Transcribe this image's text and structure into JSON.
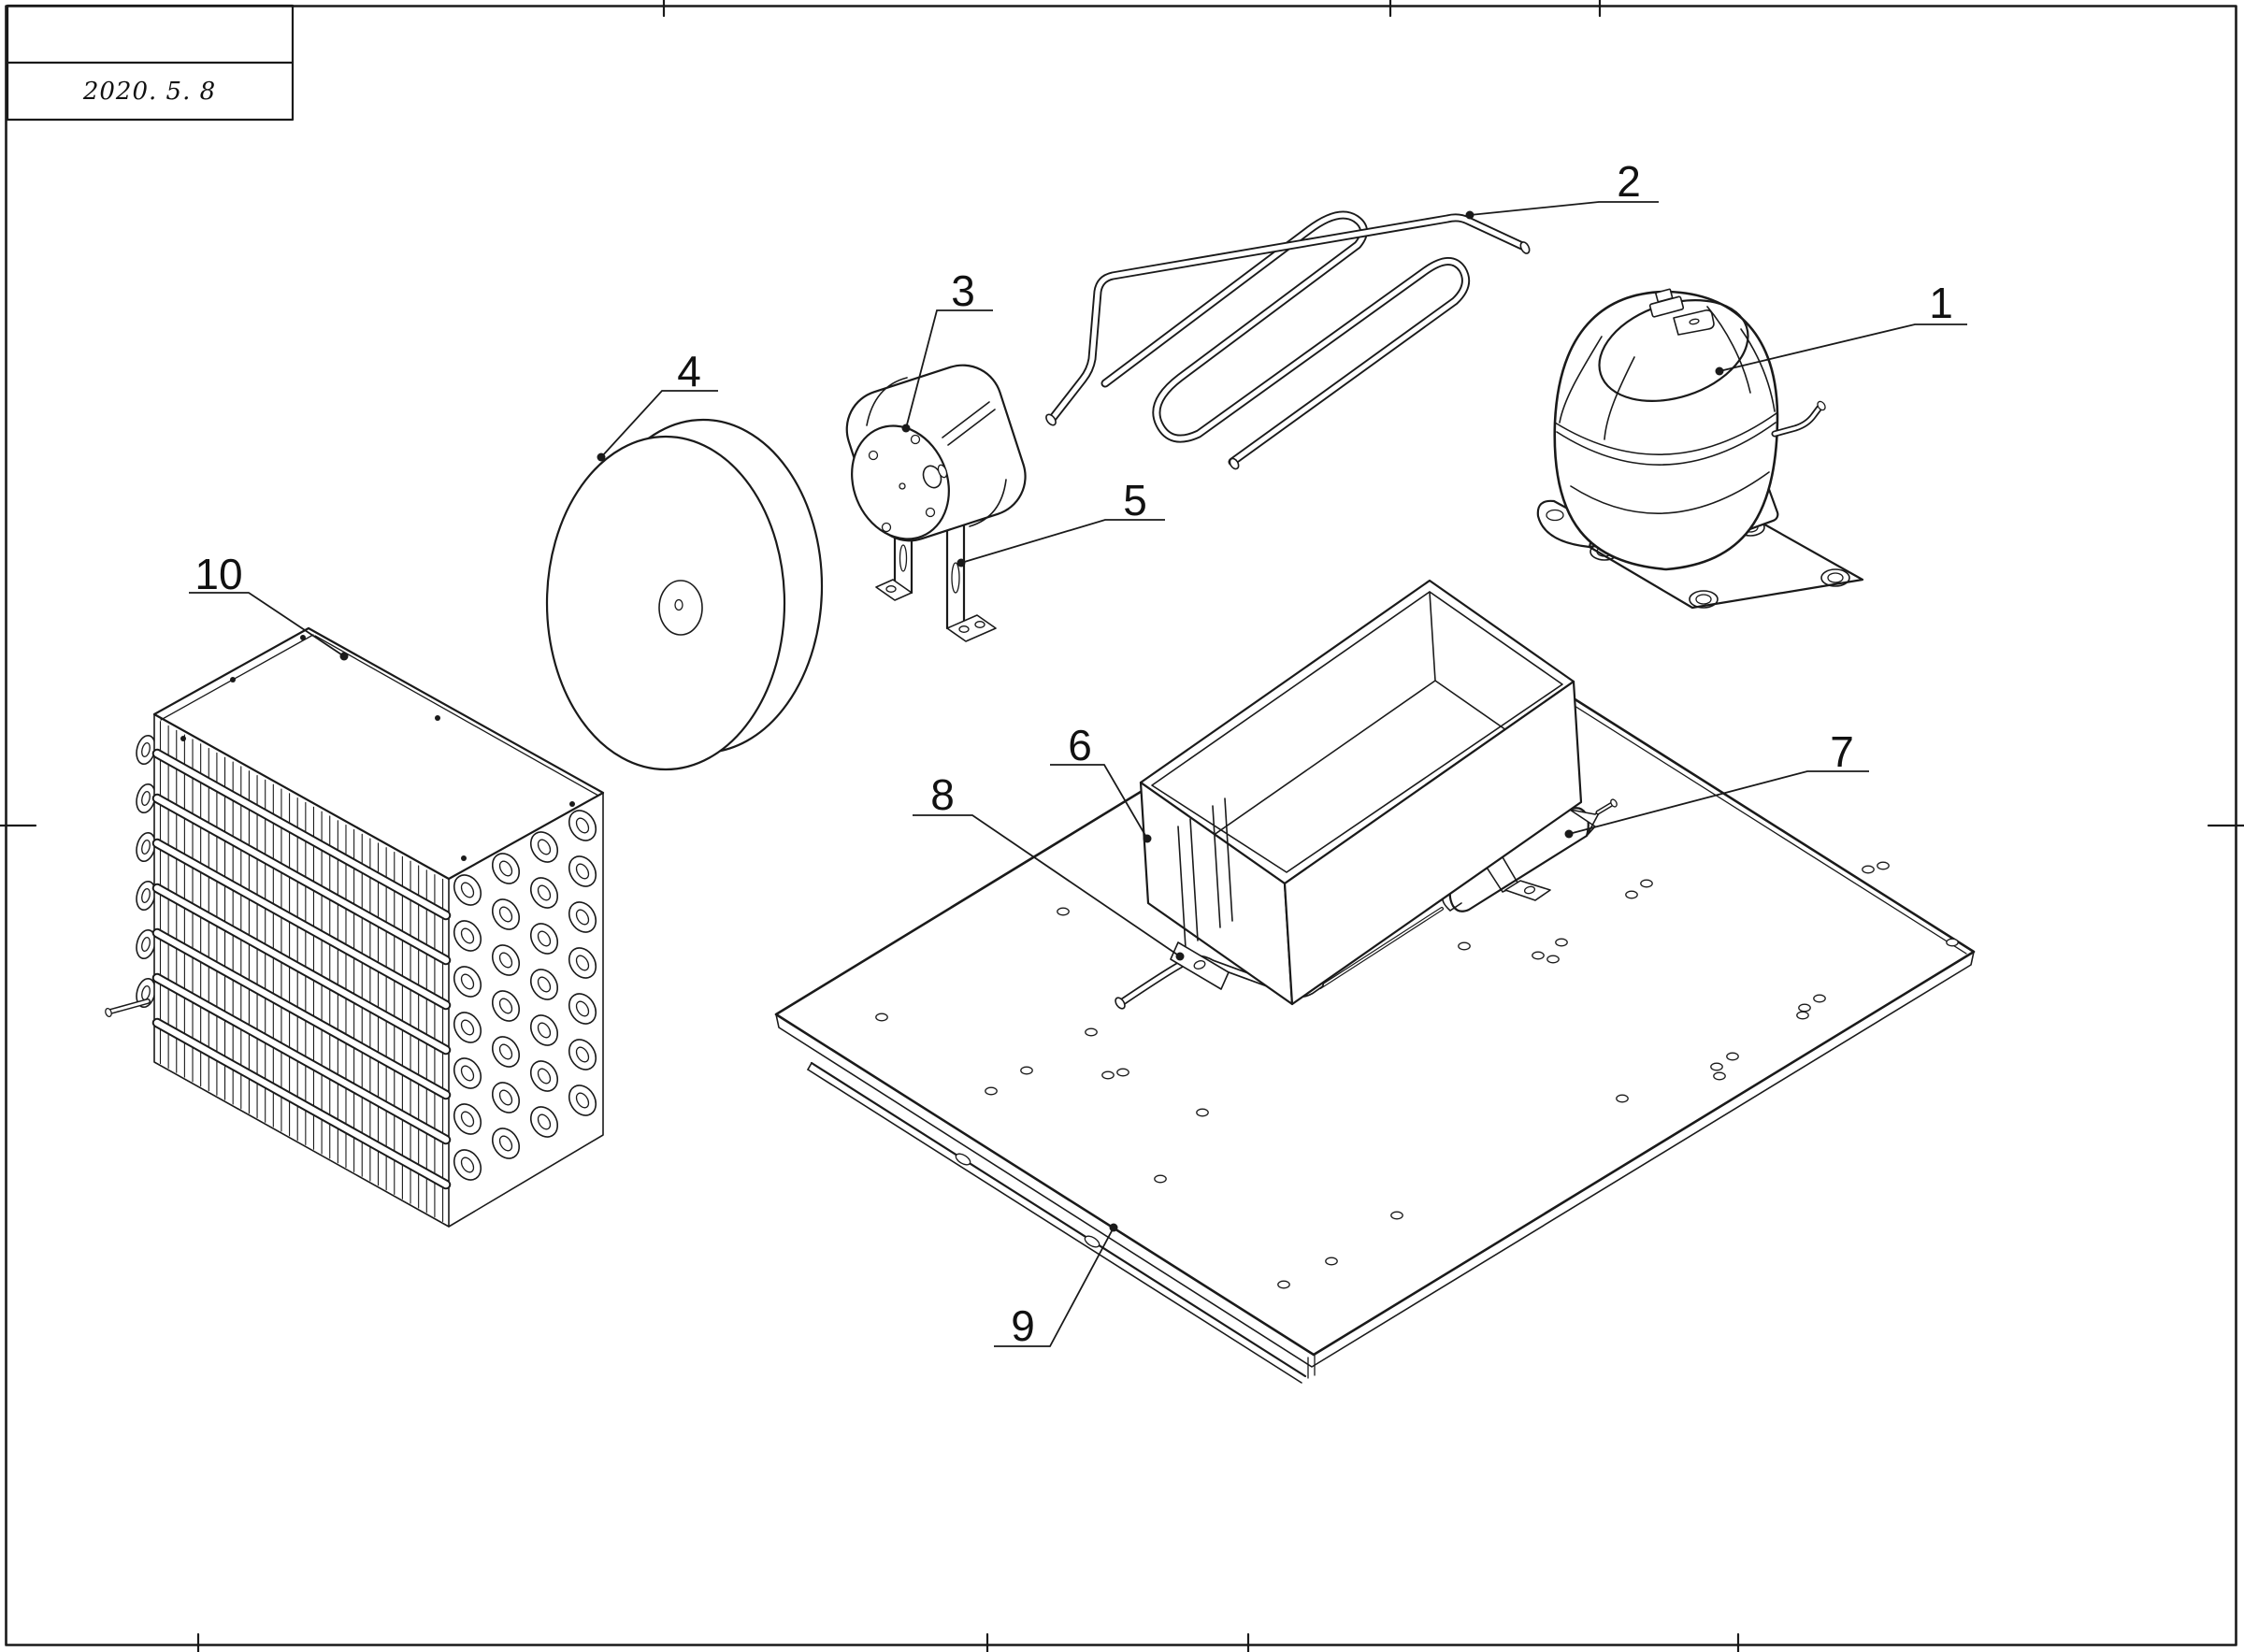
{
  "sheet": {
    "date": "2020. 5. 8"
  },
  "part_labels": [
    "1",
    "2",
    "3",
    "4",
    "5",
    "6",
    "7",
    "8",
    "9",
    "10"
  ]
}
